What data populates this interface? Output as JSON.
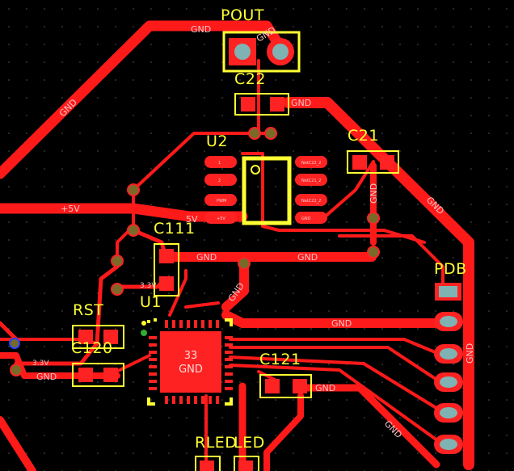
{
  "designators": {
    "pout": "POUT",
    "c22": "C22",
    "u2": "U2",
    "c21": "C21",
    "c111": "C111",
    "pdb": "PDB",
    "u1": "U1",
    "rst": "RST",
    "c120": "C120",
    "c121": "C121",
    "rled": "RLED",
    "led": "LED"
  },
  "nets": {
    "gnd": "GND",
    "v5": "+5V",
    "v33": "3.3V",
    "v5_short": "5V"
  },
  "u1_center": {
    "line1": "33",
    "line2": "GND"
  },
  "u2_pins": {
    "p1": "1",
    "p2": "2",
    "p3": "PWM",
    "p4": "+5V",
    "p5": "GND",
    "p6": "NetC22_2",
    "p7": "NetC21_2",
    "p8": "NetC22_2"
  },
  "colors": {
    "background": "#000000",
    "copper": "#ff1a1a",
    "silkscreen": "#ffff33",
    "via": "#7a6a2a"
  }
}
